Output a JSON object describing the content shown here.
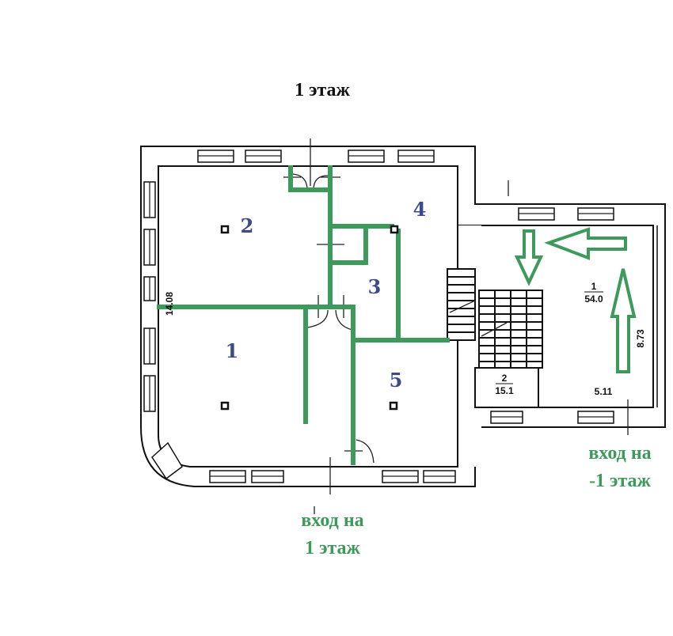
{
  "title": "1 этаж",
  "rooms": [
    {
      "number": "1"
    },
    {
      "number": "2"
    },
    {
      "number": "3"
    },
    {
      "number": "4"
    },
    {
      "number": "5"
    }
  ],
  "dimensions": {
    "left_wall": "14.08",
    "annex_height": "8.73",
    "annex_width": "5.11"
  },
  "annex_rooms": [
    {
      "number": "1",
      "area": "54.0"
    },
    {
      "number": "2",
      "area": "15.1"
    }
  ],
  "entrances": {
    "main_line1": "вход на",
    "main_line2": "1 этаж",
    "basement_line1": "вход на",
    "basement_line2": "-1 этаж"
  },
  "colors": {
    "partition": "#3d9a5a",
    "room_label": "#3b4a8a"
  }
}
